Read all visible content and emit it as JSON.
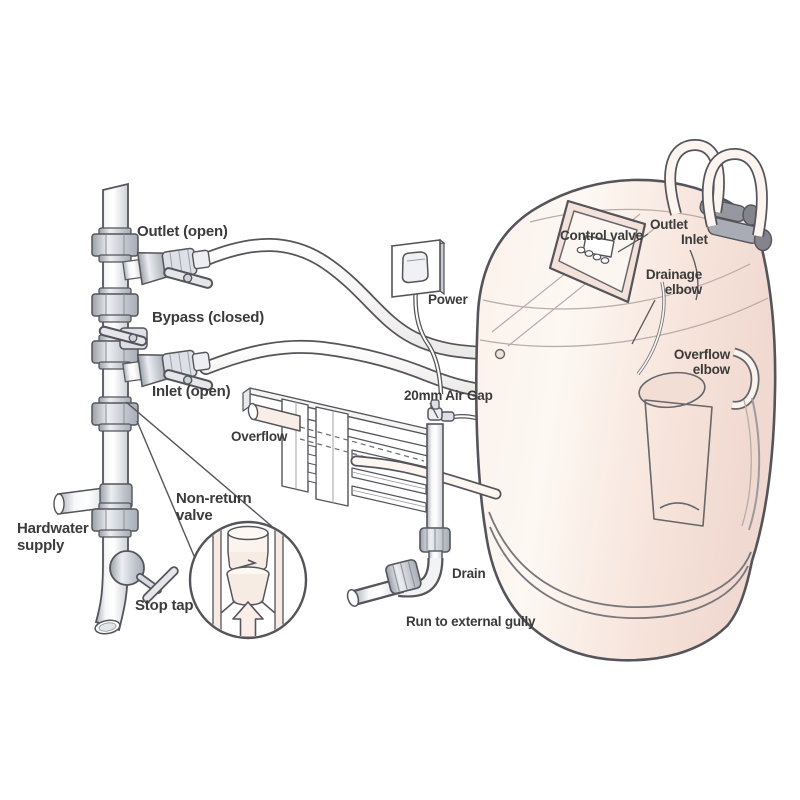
{
  "diagram": {
    "type": "water-softener-installation",
    "labels": {
      "outlet_open": "Outlet (open)",
      "bypass_closed": "Bypass (closed)",
      "inlet_open": "Inlet (open)",
      "hardwater_supply": "Hardwater supply",
      "stop_tap": "Stop tap",
      "non_return_valve": "Non-return valve",
      "power": "Power",
      "overflow": "Overflow",
      "air_gap": "20mm Air Gap",
      "drain": "Drain",
      "run_to_external_gully": "Run to external gully",
      "control_valve": "Control valve",
      "outlet": "Outlet",
      "inlet": "Inlet",
      "drainage_elbow": "Drainage elbow",
      "overflow_elbow": "Overflow elbow"
    },
    "colors": {
      "outline": "#54545a",
      "thin_line": "#9a9aa0",
      "label_text": "#3b3b3b",
      "softener_body": "#f7e7df",
      "metal": "#c6cad1",
      "dark_fitting": "#9598a1",
      "background": "#ffffff"
    }
  }
}
